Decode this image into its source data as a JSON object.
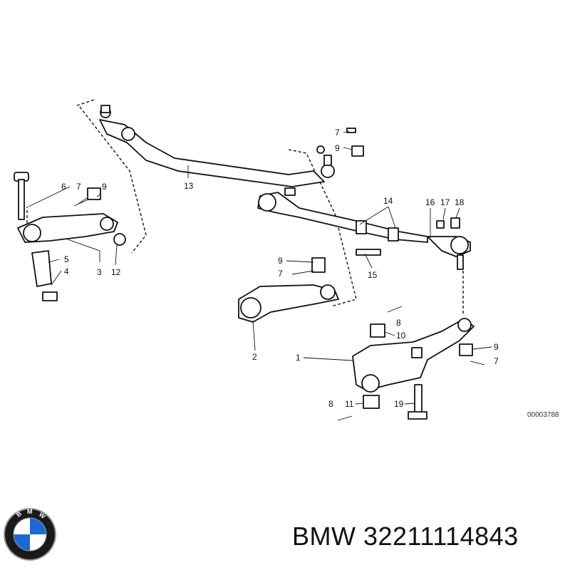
{
  "callouts": [
    {
      "id": "13",
      "label": "13"
    },
    {
      "id": "7a",
      "label": "7"
    },
    {
      "id": "9a",
      "label": "9"
    },
    {
      "id": "6",
      "label": "6"
    },
    {
      "id": "7b",
      "label": "7"
    },
    {
      "id": "9b",
      "label": "9"
    },
    {
      "id": "5",
      "label": "5"
    },
    {
      "id": "4",
      "label": "4"
    },
    {
      "id": "3",
      "label": "3"
    },
    {
      "id": "12",
      "label": "12"
    },
    {
      "id": "14",
      "label": "14"
    },
    {
      "id": "16",
      "label": "16"
    },
    {
      "id": "17",
      "label": "17"
    },
    {
      "id": "18",
      "label": "18"
    },
    {
      "id": "15",
      "label": "15"
    },
    {
      "id": "9c",
      "label": "9"
    },
    {
      "id": "7c",
      "label": "7"
    },
    {
      "id": "2",
      "label": "2"
    },
    {
      "id": "8a",
      "label": "8"
    },
    {
      "id": "10",
      "label": "10"
    },
    {
      "id": "1",
      "label": "1"
    },
    {
      "id": "9d",
      "label": "9"
    },
    {
      "id": "7d",
      "label": "7"
    },
    {
      "id": "8b",
      "label": "8"
    },
    {
      "id": "11",
      "label": "11"
    },
    {
      "id": "19",
      "label": "19"
    }
  ],
  "diagram_ref": "00003788",
  "brand": "BMW",
  "part_number": "32211114843",
  "caption": "BMW 32211114843",
  "logo": {
    "letters": "BMW",
    "colors": {
      "ring": "#1a1a1a",
      "blue": "#1c69d4",
      "white": "#ffffff",
      "edge": "#9a9a9a"
    }
  }
}
